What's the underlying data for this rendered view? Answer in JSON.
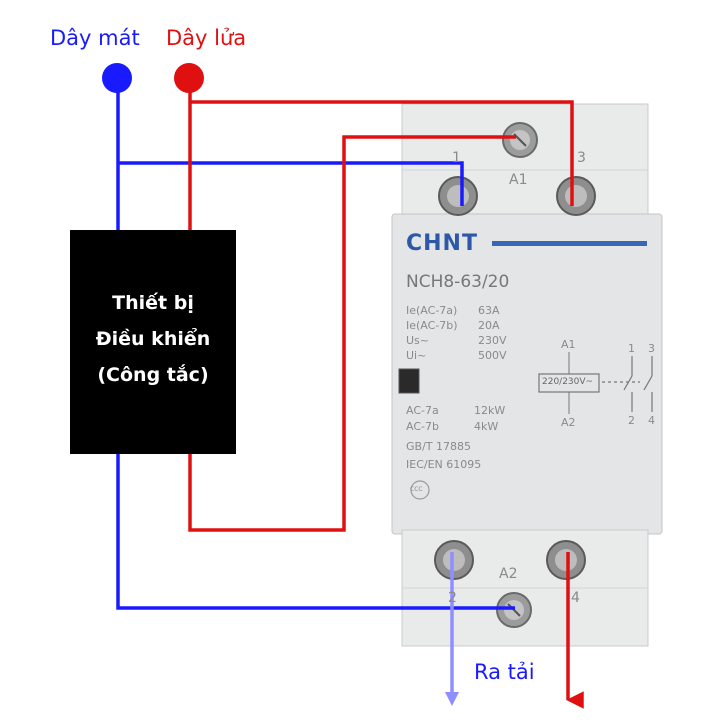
{
  "wires": {
    "neutral_label": "Dây mát",
    "live_label": "Dây lửa",
    "load_label": "Ra tải",
    "neutral_color": "#1a1aff",
    "live_color": "#e01010",
    "load_color": "#8f8fff"
  },
  "controller": {
    "line1": "Thiết bị",
    "line2": "Điều khiển",
    "line3": "(Công tắc)"
  },
  "device": {
    "brand": "CHNT",
    "model": "NCH8-63/20",
    "specs_left": [
      "Ie(AC-7a)",
      "Ie(AC-7b)",
      "Us~",
      "Ui~"
    ],
    "specs_right": [
      "63A",
      "20A",
      "230V",
      "500V"
    ],
    "power_left": [
      "AC-7a",
      "AC-7b"
    ],
    "power_right": [
      "12kW",
      "4kW"
    ],
    "standard1": "GB/T 17885",
    "standard2": "IEC/EN 61095",
    "cert_mark": "CCC",
    "coil_top": "A1",
    "coil_bottom": "A2",
    "coil_voltage": "220/230V~",
    "sym_top_1": "1",
    "sym_top_3": "3",
    "sym_bot_2": "2",
    "sym_bot_4": "4",
    "term_top_1": "1",
    "term_top_3": "3",
    "term_top_a1": "A1",
    "term_bot_a2": "A2",
    "term_bot_2": "2",
    "term_bot_4": "4"
  }
}
